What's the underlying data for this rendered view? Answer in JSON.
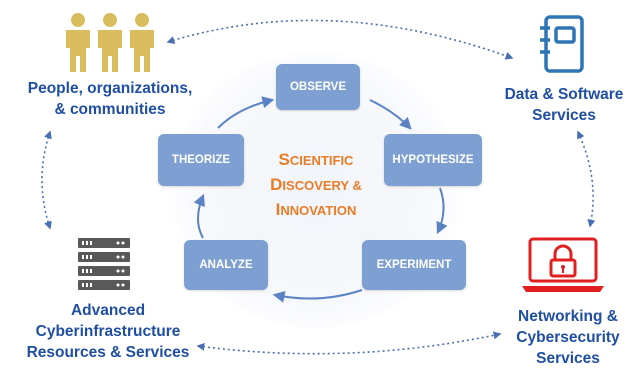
{
  "center": {
    "line1_big": "S",
    "line1_small": "CIENTIFIC",
    "line2_big": "D",
    "line2_small": "ISCOVERY &",
    "line3_big": "I",
    "line3_small": "NNOVATION"
  },
  "cycle_steps": [
    "OBSERVE",
    "HYPOTHESIZE",
    "EXPERIMENT",
    "ANALYZE",
    "THEORIZE"
  ],
  "corners": {
    "people": {
      "line1": "People, organizations,",
      "line2": "& communities",
      "icon": "people-icon"
    },
    "data": {
      "line1": "Data & Software",
      "line2": "Services",
      "icon": "notebook-icon"
    },
    "networking": {
      "line1": "Networking &",
      "line2": "Cybersecurity",
      "line3": "Services",
      "icon": "laptop-lock-icon"
    },
    "cyberinfrastructure": {
      "line1": "Advanced",
      "line2": "Cyberinfrastructure",
      "line3": "Resources & Services",
      "icon": "server-rack-icon"
    }
  },
  "colors": {
    "step_fill": "#7d9fd1",
    "arrow": "#5b83c4",
    "center_text": "#e97c27",
    "label_text": "#1f4ea3",
    "people_icon": "#d8bc5e",
    "data_icon": "#2e75b6",
    "network_icon": "#e02020",
    "server_icon": "#595959"
  }
}
